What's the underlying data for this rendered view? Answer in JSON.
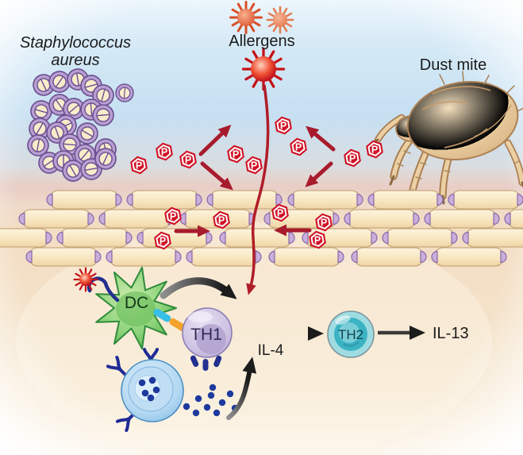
{
  "figure": {
    "labels": {
      "staph_line1": "Staphylococcus",
      "staph_line2": "aureus",
      "allergens": "Allergens",
      "dust_mite": "Dust mite",
      "dc_cell": "DC",
      "th1_cell": "TH1",
      "th2_cell": "TH2",
      "il4": "IL-4",
      "il13": "IL-13",
      "phospho_badge": "P"
    },
    "icons": {
      "allergen-sun-icon": "red spiked circle",
      "phospho-badge-icon": "red hexagon with white P",
      "staph-coccus-icon": "purple-ringed coccus with division septum",
      "dust-mite-icon": "tan mite with segmented legs",
      "epithelial-cell-icon": "tan rounded brick",
      "tight-junction-icon": "purple semicircle cap",
      "dendritic-cell-icon": "green spiky dendritic cell",
      "th1-cell-icon": "lavender lymphocyte with receptors",
      "th2-cell-icon": "teal lymphocyte",
      "basophil-icon": "blue granulocyte releasing granules",
      "receptor-icon": "navy Y-shaped receptor",
      "signal-arrow-icon": "black curved arrow",
      "phospho-arrow-icon": "dark red arrow"
    },
    "colors": {
      "sky_blue": "#c6e0f2",
      "tissue_peach": "#f3ddc4",
      "badge_red": "#d01125",
      "arrow_red": "#a81b2d",
      "epithelial_tan": "#f6e4bc",
      "junction_purple": "#c9afd9",
      "staph_purple": "#b79fd0",
      "dc_green": "#55b44c",
      "th1_lavender": "#c3b7dc",
      "th2_teal": "#49bac8",
      "basophil_blue": "#8ec4ea",
      "granule_navy": "#1e3a9e",
      "signal_black": "#1c1c1c"
    }
  }
}
